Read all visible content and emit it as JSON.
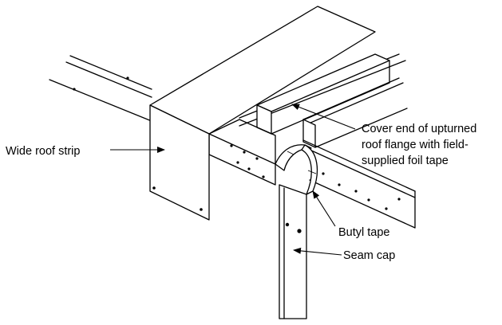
{
  "callouts": {
    "wide_roof_strip": "Wide roof strip",
    "cover_end_line1": "Cover end of upturned",
    "cover_end_line2": "roof flange with field-",
    "cover_end_line3": "supplied foil tape",
    "butyl_tape": "Butyl tape",
    "seam_cap": "Seam cap"
  }
}
